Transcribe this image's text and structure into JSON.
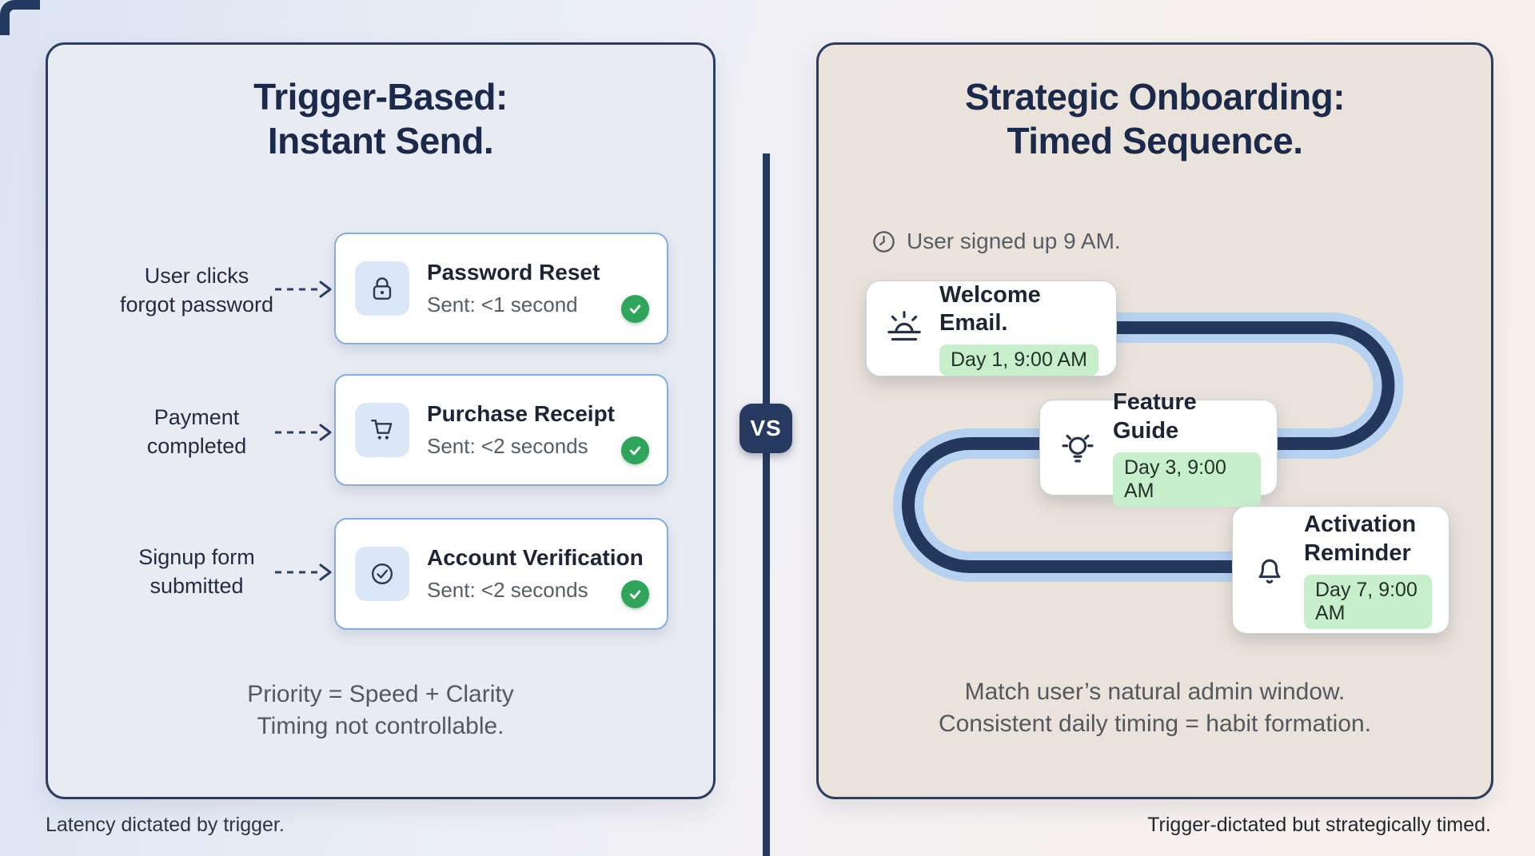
{
  "left_panel": {
    "title_line1": "Trigger-Based:",
    "title_line2": "Instant Send.",
    "rows": [
      {
        "trigger_line1": "User clicks",
        "trigger_line2": "forgot password",
        "icon": "lock-icon",
        "title": "Password Reset",
        "subtitle": "Sent: <1 second",
        "status_icon": "check-badge-icon"
      },
      {
        "trigger_line1": "Payment",
        "trigger_line2": "completed",
        "icon": "shopping-cart-icon",
        "title": "Purchase Receipt",
        "subtitle": "Sent: <2 seconds",
        "status_icon": "check-badge-icon"
      },
      {
        "trigger_line1": "Signup form",
        "trigger_line2": "submitted",
        "icon": "check-circle-icon",
        "title": "Account Verification",
        "subtitle": "Sent: <2 seconds",
        "status_icon": "check-badge-icon"
      }
    ],
    "summary_line1": "Priority = Speed + Clarity",
    "summary_line2": "Timing not controllable.",
    "footnote": "Latency dictated by trigger."
  },
  "divider": {
    "vs_label": "VS"
  },
  "right_panel": {
    "title_line1": "Strategic Onboarding:",
    "title_line2": "Timed Sequence.",
    "signup_note": "User signed up 9 AM.",
    "signup_icon": "clock-icon",
    "steps": [
      {
        "icon": "sunrise-icon",
        "title": "Welcome Email.",
        "badge": "Day 1, 9:00 AM"
      },
      {
        "icon": "lightbulb-icon",
        "title": "Feature Guide",
        "badge": "Day 3, 9:00 AM"
      },
      {
        "icon": "bell-icon",
        "title": "Activation Reminder",
        "badge": "Day 7, 9:00 AM"
      }
    ],
    "summary_line1": "Match user’s natural admin window.",
    "summary_line2": "Consistent daily timing = habit formation.",
    "footnote": "Trigger-dictated but strategically timed."
  },
  "colors": {
    "navy": "#24395e",
    "panel_left_bg": "#e8ebf2",
    "panel_right_bg": "#eae3db",
    "card_border_blue": "#85aede",
    "path_light_blue": "#b7d1f0",
    "check_green": "#2fa45b",
    "pill_green": "#c8efcc"
  }
}
